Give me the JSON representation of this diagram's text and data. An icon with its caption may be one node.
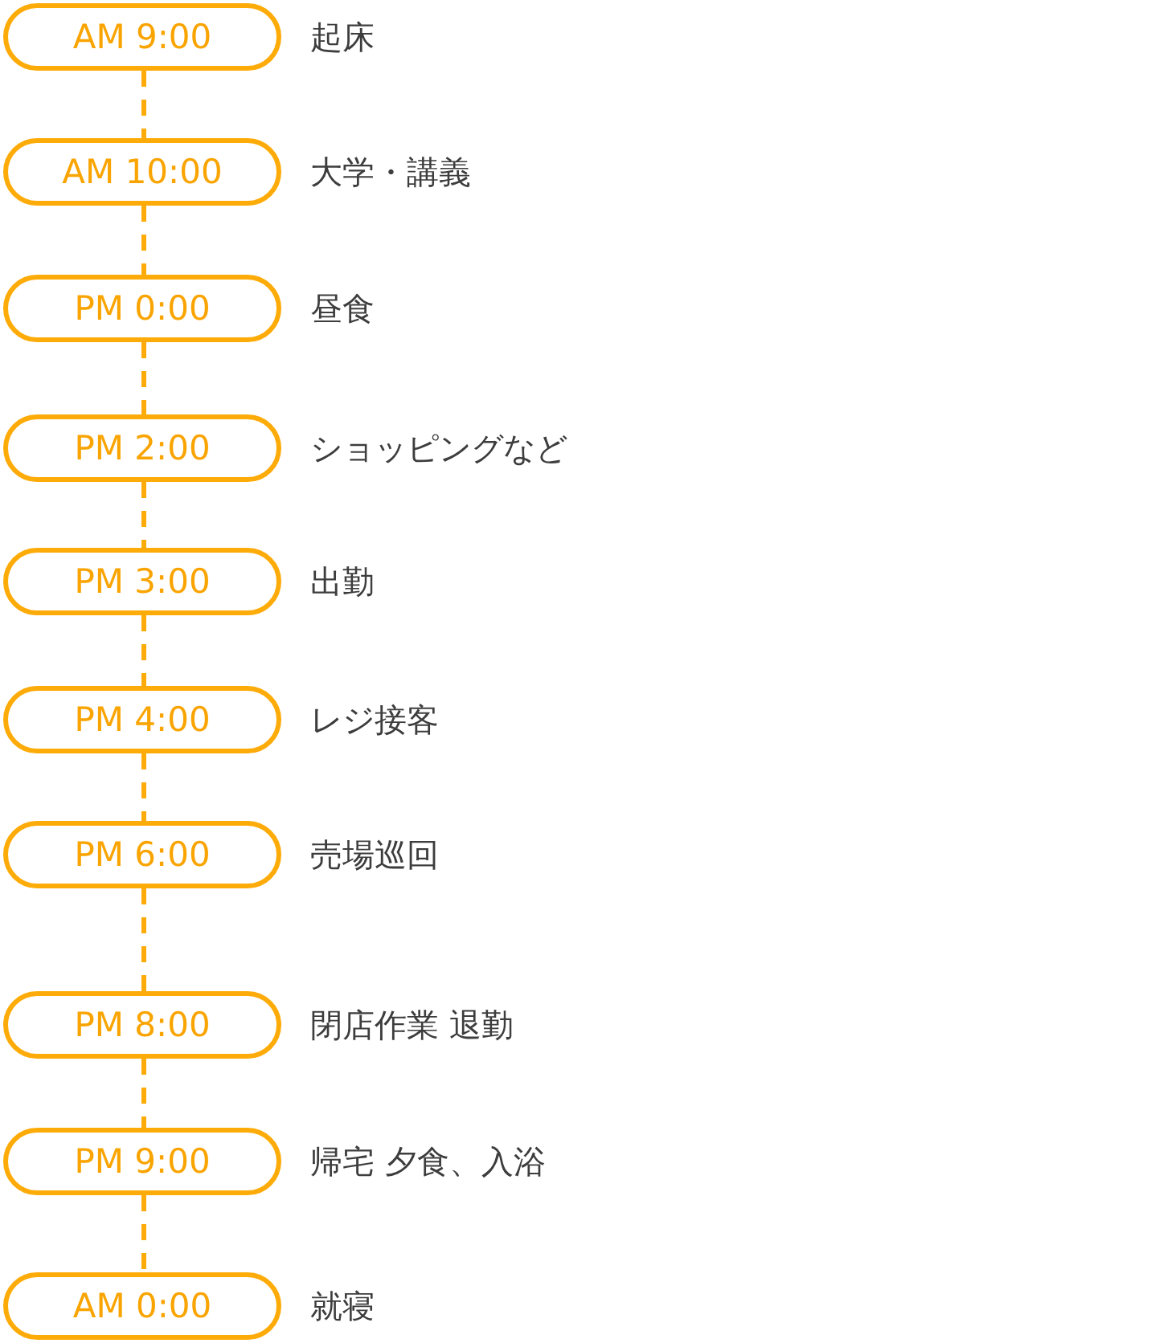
{
  "diagram": {
    "nodes": [
      {
        "text": [
          "AM 9:00"
        ],
        "beside": [
          "起床"
        ]
      },
      {
        "text": [
          "AM 10:00"
        ],
        "beside": [
          "大学・講義"
        ]
      },
      {
        "text": [
          "PM 0:00"
        ],
        "beside": [
          "昼食"
        ]
      },
      {
        "text": [
          "PM 2:00"
        ],
        "beside": [
          "ショッピングなど"
        ]
      },
      {
        "text": [
          "PM 3:00"
        ],
        "beside": [
          "出勤"
        ]
      },
      {
        "text": [
          "PM 4:00"
        ],
        "beside": [
          "レジ接客"
        ]
      },
      {
        "text": [
          "PM 6:00"
        ],
        "beside": [
          "売場巡回"
        ]
      },
      {
        "text": [
          "PM 8:00"
        ],
        "beside": [
          "閉店作業 退勤"
        ]
      },
      {
        "text": [
          "PM 9:00"
        ],
        "beside": [
          "帰宅 夕食、入浴"
        ]
      },
      {
        "text": [
          "AM 0:00"
        ],
        "beside": [
          "就寝"
        ]
      }
    ],
    "edges": [
      {
        "from": 0,
        "to": 1,
        "arrow": "none",
        "style": "dashed"
      },
      {
        "from": 1,
        "to": 2,
        "arrow": "none",
        "style": "dashed"
      },
      {
        "from": 2,
        "to": 3,
        "arrow": "none",
        "style": "dashed"
      },
      {
        "from": 3,
        "to": 4,
        "arrow": "none",
        "style": "dashed"
      },
      {
        "from": 4,
        "to": 5,
        "arrow": "none",
        "style": "dashed"
      },
      {
        "from": 5,
        "to": 6,
        "arrow": "none",
        "style": "dashed"
      },
      {
        "from": 6,
        "to": 7,
        "arrow": "none",
        "style": "dashed"
      },
      {
        "from": 7,
        "to": 8,
        "arrow": "none",
        "style": "dashed"
      },
      {
        "from": 8,
        "to": 9,
        "arrow": "none",
        "style": "dashed"
      }
    ]
  }
}
